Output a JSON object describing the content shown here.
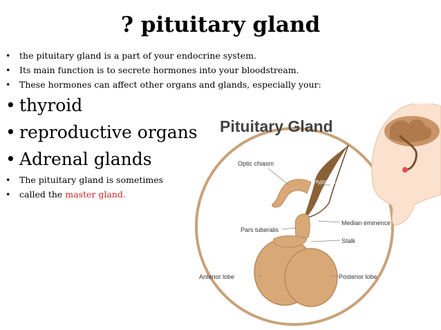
{
  "slide": {
    "title": "? pituitary gland",
    "bullets_small_top": [
      "the pituitary gland is a part of your endocrine system.",
      "Its main function is to secrete hormones into your bloodstream.",
      "These hormones can affect other organs and glands, especially your:"
    ],
    "bullets_big": [
      "thyroid",
      "reproductive organs",
      "Adrenal glands"
    ],
    "bullet_sometimes": "The pituitary gland is sometimes",
    "bullet_called_prefix": "called the ",
    "bullet_called_highlight": "master gland."
  },
  "diagram": {
    "title": "Pituitary Gland",
    "labels": {
      "optic_chiasm": "Optic chiasm",
      "hypothalamus": "Hypothalamus",
      "median_eminence": "Median eminence",
      "pars_tuberalis": "Pars tuberalis",
      "stalk": "Stalk",
      "anterior_lobe": "Anterior lobe",
      "posterior_lobe": "Posterior lobe"
    }
  },
  "colors": {
    "accent_red": "#cc1f1f",
    "gland_tan": "#d9a877",
    "hypothalamus_brown": "#8a6137",
    "circle_tan": "#c9a27a"
  }
}
